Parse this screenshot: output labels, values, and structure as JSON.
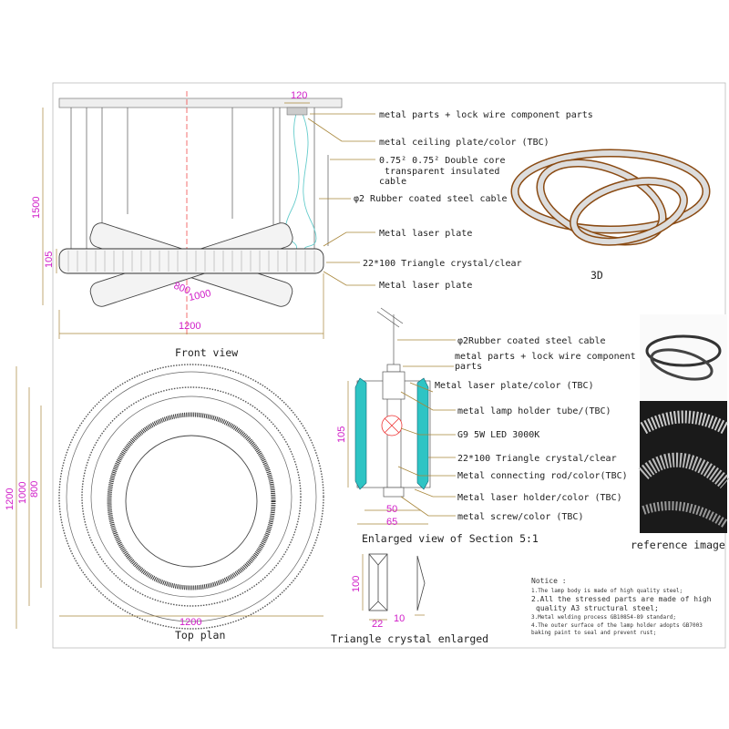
{
  "front_view": {
    "caption": "Front view",
    "dims": {
      "top": "120",
      "height": "1500",
      "ring_height": "105",
      "d800": "800",
      "d1000": "1000",
      "width": "1200"
    },
    "callouts": [
      "metal parts + lock wire component parts",
      "metal ceiling plate/color (TBC)",
      "0.75² 0.75² Double core",
      "transparent insulated",
      "cable",
      "φ2 Rubber coated steel cable",
      "Metal laser plate",
      "22*100 Triangle crystal/clear",
      "Metal laser plate"
    ]
  },
  "view_3d": {
    "caption": "3D"
  },
  "top_plan": {
    "caption": "Top plan",
    "dims": {
      "d1200": "1200",
      "d1000": "1000",
      "d800": "800",
      "width": "1200"
    }
  },
  "section": {
    "caption": "Enlarged view of Section 5:1",
    "dims": {
      "height": "105",
      "inner": "50",
      "outer": "65"
    },
    "callouts": [
      "φ2Rubber coated steel cable",
      "metal parts + lock wire component",
      "parts",
      "Metal laser plate/color (TBC)",
      "metal lamp holder tube/(TBC)",
      "G9 5W LED 3000K",
      "22*100 Triangle crystal/clear",
      "Metal connecting rod/color(TBC)",
      "Metal laser holder/color (TBC)",
      "metal screw/color (TBC)"
    ]
  },
  "reference": {
    "caption": "reference image"
  },
  "crystal": {
    "caption": "Triangle crystal enlarged",
    "dims": {
      "length": "100",
      "width": "22",
      "depth": "10"
    }
  },
  "notice": {
    "title": "Notice :",
    "items": [
      "1.The lamp body is made of high quality steel;",
      "2.All the stressed parts are made of high",
      "quality A3 structural steel;",
      "3.Metal welding process GB10854-89 standard;",
      "4.The outer surface of the lamp holder adopts GB7003",
      "baking paint to seal and prevent rust;"
    ]
  },
  "colors": {
    "dimension": "#d01cc8",
    "leader": "#a8863a",
    "crystal": "#2ec4c4",
    "bronze": "#8a4a12"
  }
}
